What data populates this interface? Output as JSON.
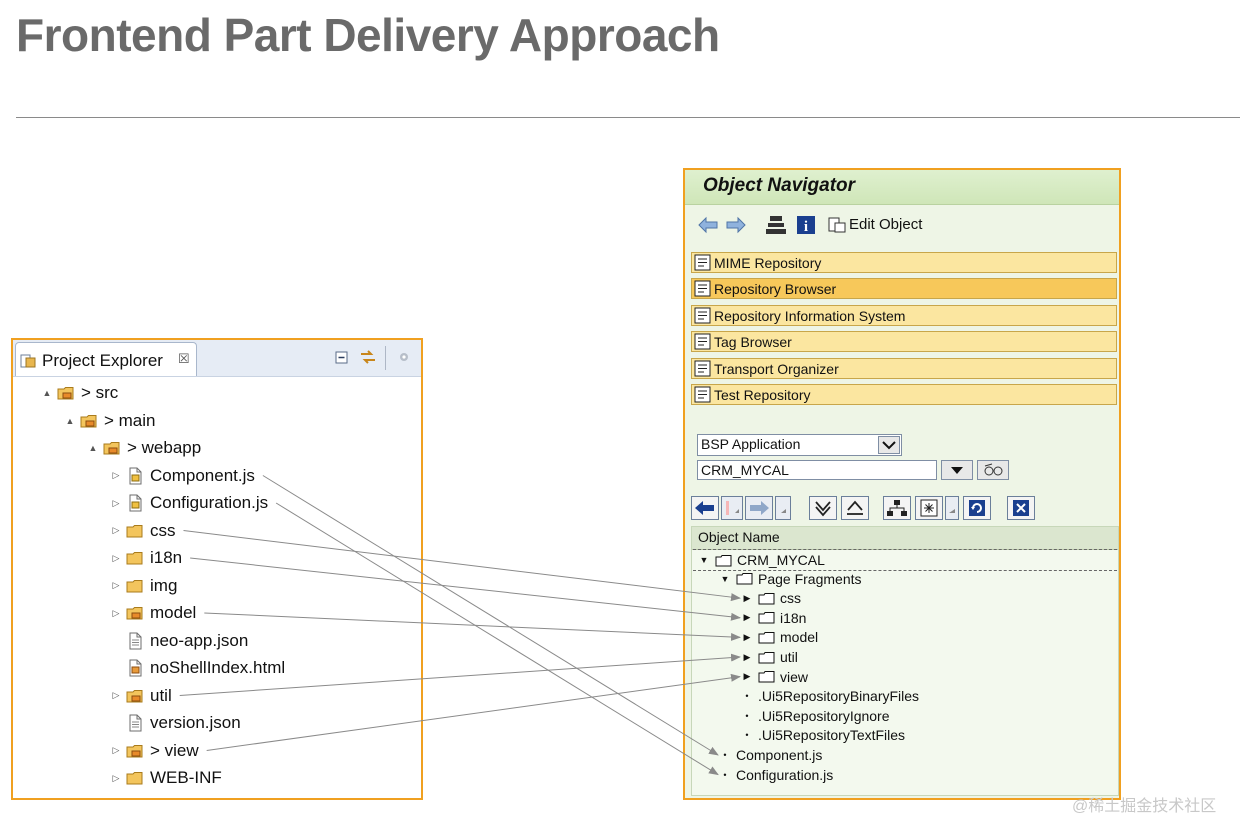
{
  "slide": {
    "title": "Frontend Part Delivery Approach",
    "watermark": "@稀土掘金技术社区"
  },
  "project_explorer": {
    "tab_label": "Project Explorer",
    "tab_close": "☒",
    "tree": [
      {
        "label": "> src",
        "indent": 0,
        "toggle": "▲",
        "icon": "package-folder-icon"
      },
      {
        "label": "> main",
        "indent": 1,
        "toggle": "▲",
        "icon": "package-folder-icon"
      },
      {
        "label": "> webapp",
        "indent": 2,
        "toggle": "▲",
        "icon": "package-folder-icon"
      },
      {
        "label": "Component.js",
        "indent": 3,
        "toggle": "▷",
        "icon": "js-file-icon"
      },
      {
        "label": "Configuration.js",
        "indent": 3,
        "toggle": "▷",
        "icon": "js-file-icon"
      },
      {
        "label": "css",
        "indent": 3,
        "toggle": "▷",
        "icon": "folder-icon"
      },
      {
        "label": "i18n",
        "indent": 3,
        "toggle": "▷",
        "icon": "folder-icon"
      },
      {
        "label": "img",
        "indent": 3,
        "toggle": "▷",
        "icon": "folder-icon"
      },
      {
        "label": "model",
        "indent": 3,
        "toggle": "▷",
        "icon": "package-folder-icon"
      },
      {
        "label": "neo-app.json",
        "indent": 3,
        "toggle": "",
        "icon": "json-file-icon"
      },
      {
        "label": "noShellIndex.html",
        "indent": 3,
        "toggle": "",
        "icon": "html-file-icon"
      },
      {
        "label": "util",
        "indent": 3,
        "toggle": "▷",
        "icon": "package-folder-icon"
      },
      {
        "label": "version.json",
        "indent": 3,
        "toggle": "",
        "icon": "json-file-icon"
      },
      {
        "label": "> view",
        "indent": 3,
        "toggle": "▷",
        "icon": "package-folder-icon"
      },
      {
        "label": "WEB-INF",
        "indent": 3,
        "toggle": "▷",
        "icon": "folder-icon"
      }
    ]
  },
  "object_navigator": {
    "title": "Object Navigator",
    "edit_object_label": "Edit Object",
    "repo_bars": [
      {
        "label": "MIME Repository",
        "icon": "mime-repository-icon",
        "active": false
      },
      {
        "label": "Repository Browser",
        "icon": "repository-browser-icon",
        "active": true
      },
      {
        "label": "Repository Information System",
        "icon": "info-system-icon",
        "active": false
      },
      {
        "label": "Tag Browser",
        "icon": "tag-browser-icon",
        "active": false
      },
      {
        "label": "Transport Organizer",
        "icon": "transport-organizer-icon",
        "active": false
      },
      {
        "label": "Test Repository",
        "icon": "test-repository-icon",
        "active": false
      }
    ],
    "object_type_select": "BSP Application",
    "object_name_input": "CRM_MYCAL",
    "tree_header": "Object Name",
    "tree": [
      {
        "label": "CRM_MYCAL",
        "indent": 0,
        "toggle": "▼",
        "folder": true,
        "selected": true
      },
      {
        "label": "Page Fragments",
        "indent": 1,
        "toggle": "▼",
        "folder": true
      },
      {
        "label": "css",
        "indent": 2,
        "toggle": "▶",
        "folder": true
      },
      {
        "label": "i18n",
        "indent": 2,
        "toggle": "▶",
        "folder": true
      },
      {
        "label": "model",
        "indent": 2,
        "toggle": "▶",
        "folder": true
      },
      {
        "label": "util",
        "indent": 2,
        "toggle": "▶",
        "folder": true
      },
      {
        "label": "view",
        "indent": 2,
        "toggle": "▶",
        "folder": true
      },
      {
        "label": ".Ui5RepositoryBinaryFiles",
        "indent": 2,
        "toggle": "•",
        "folder": false
      },
      {
        "label": ".Ui5RepositoryIgnore",
        "indent": 2,
        "toggle": "•",
        "folder": false
      },
      {
        "label": ".Ui5RepositoryTextFiles",
        "indent": 2,
        "toggle": "•",
        "folder": false
      },
      {
        "label": "Component.js",
        "indent": 1,
        "toggle": "•",
        "folder": false
      },
      {
        "label": "Configuration.js",
        "indent": 1,
        "toggle": "•",
        "folder": false
      }
    ]
  },
  "colors": {
    "title_gray": "#6a6a6a",
    "frame_orange": "#f0a020",
    "sap_green": "#eef5e6",
    "bar_yellow": "#fbe6a0",
    "bar_active": "#f7c85a",
    "arrow_gray": "#8a8a8a"
  }
}
